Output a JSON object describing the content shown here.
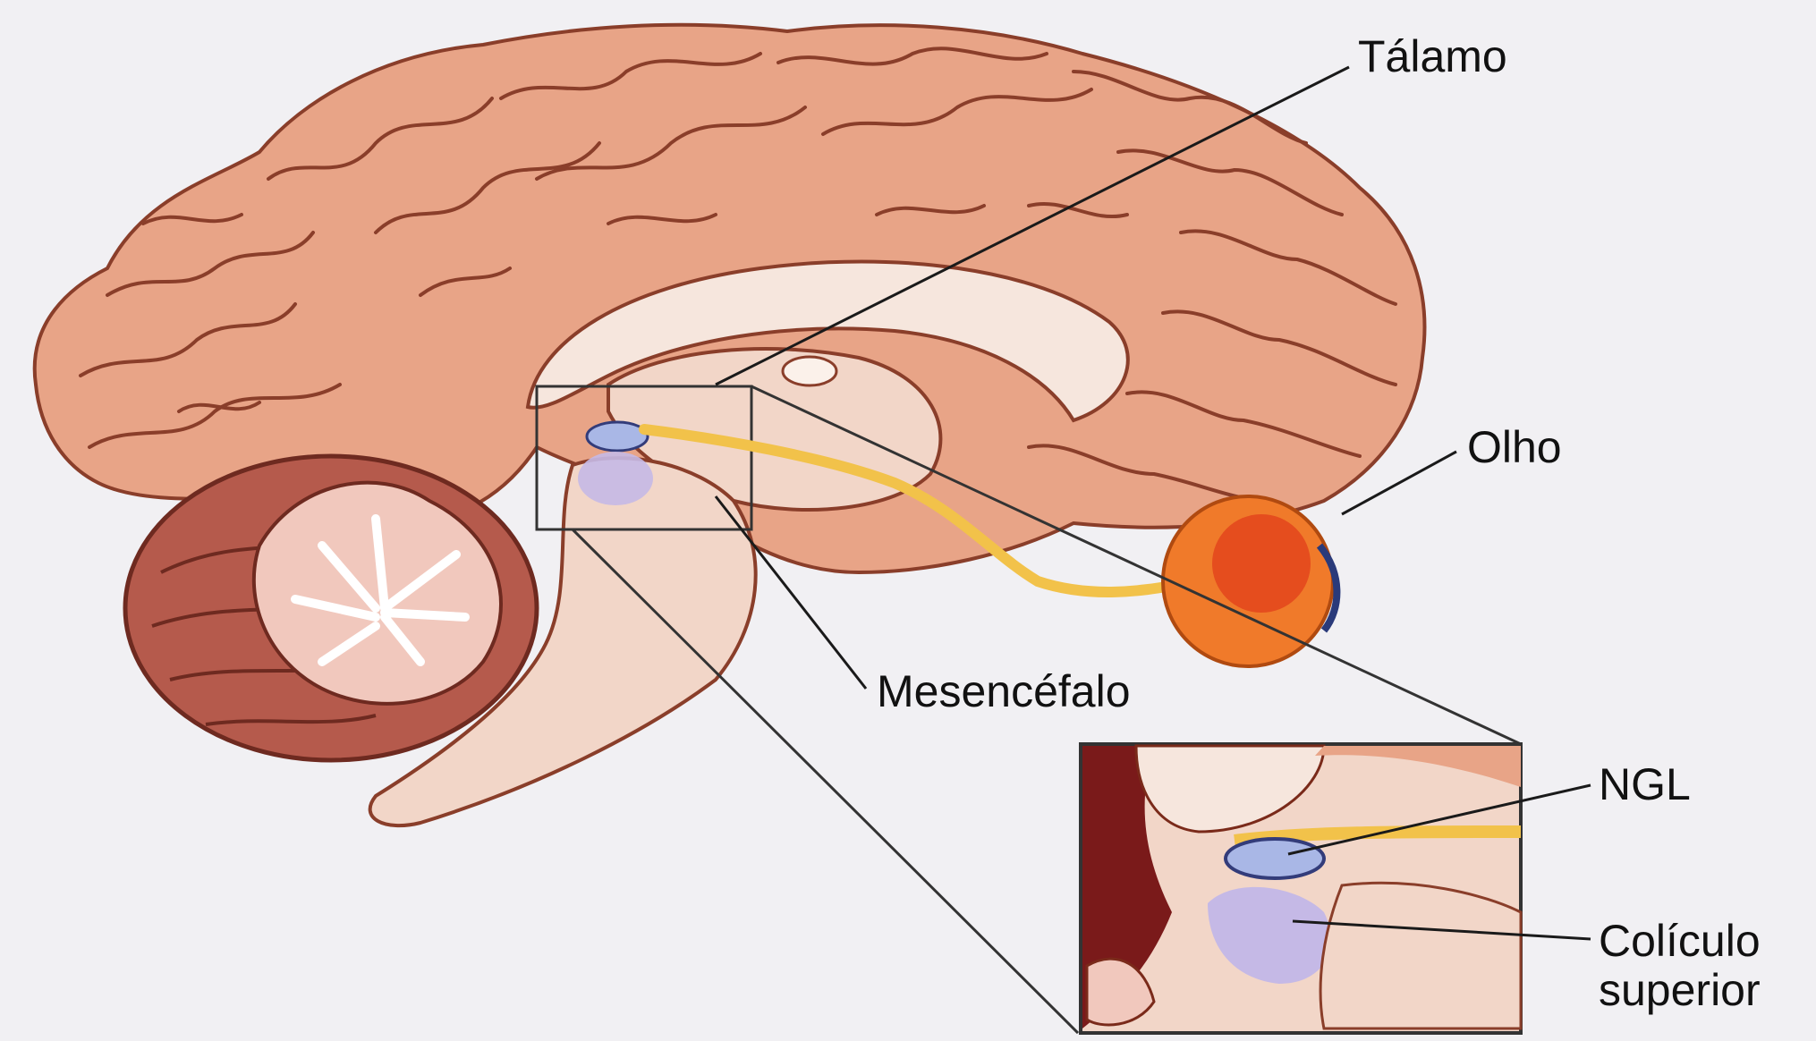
{
  "labels": {
    "talamo": "Tálamo",
    "olho": "Olho",
    "mesencefalo": "Mesencéfalo",
    "ngl": "NGL",
    "coliculo_line1": "Colículo",
    "coliculo_line2": "superior"
  },
  "colors": {
    "background": "#f1f0f3",
    "cortex": "#e8a487",
    "gyri_lines": "#8a3e2a",
    "corpus_callosum": "#f6e6dd",
    "brainstem": "#f2d6c8",
    "cerebellum": "#b55a4c",
    "optic_tract": "#f2c24a",
    "lgn": "#a9b7e6",
    "superior_colliculus": "#c5b9e6",
    "eye": "#f07a2a",
    "leader_lines": "#1a1a1a"
  }
}
